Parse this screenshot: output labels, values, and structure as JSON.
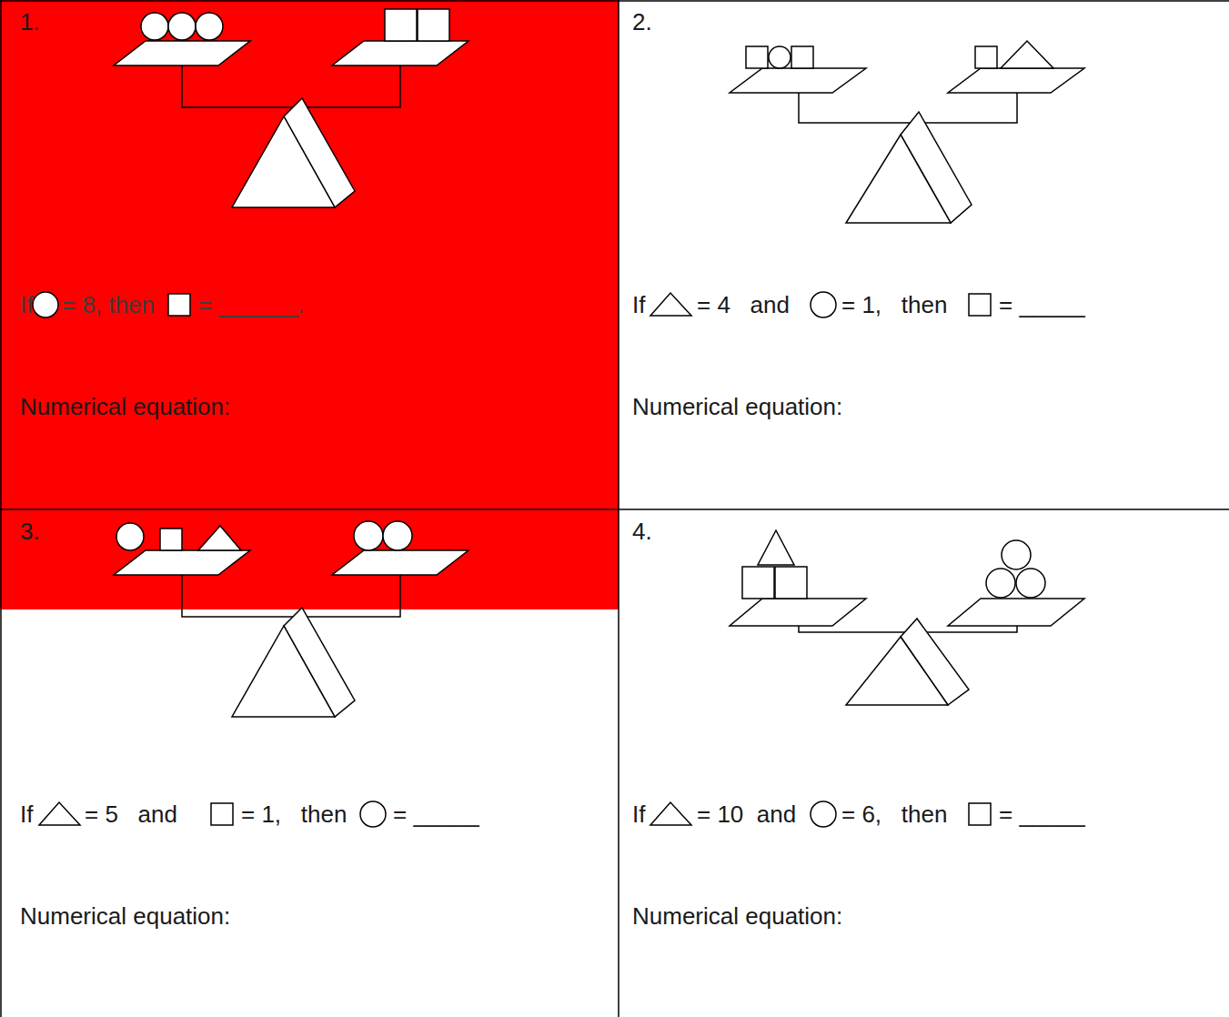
{
  "diagram": {
    "labels": [
      "1.",
      "If",
      "= 8, then",
      "= ______.",
      "Numerical equation:",
      "2.",
      "If",
      "= 4   and",
      "= 1,   then",
      "= _____",
      "Numerical equation:",
      "3.",
      "If",
      "= 5   and",
      "= 1,   then",
      "= _____",
      "Numerical equation:",
      "4.",
      "If",
      "= 10  and",
      "= 6,   then",
      "= _____",
      "Numerical equation:"
    ]
  }
}
